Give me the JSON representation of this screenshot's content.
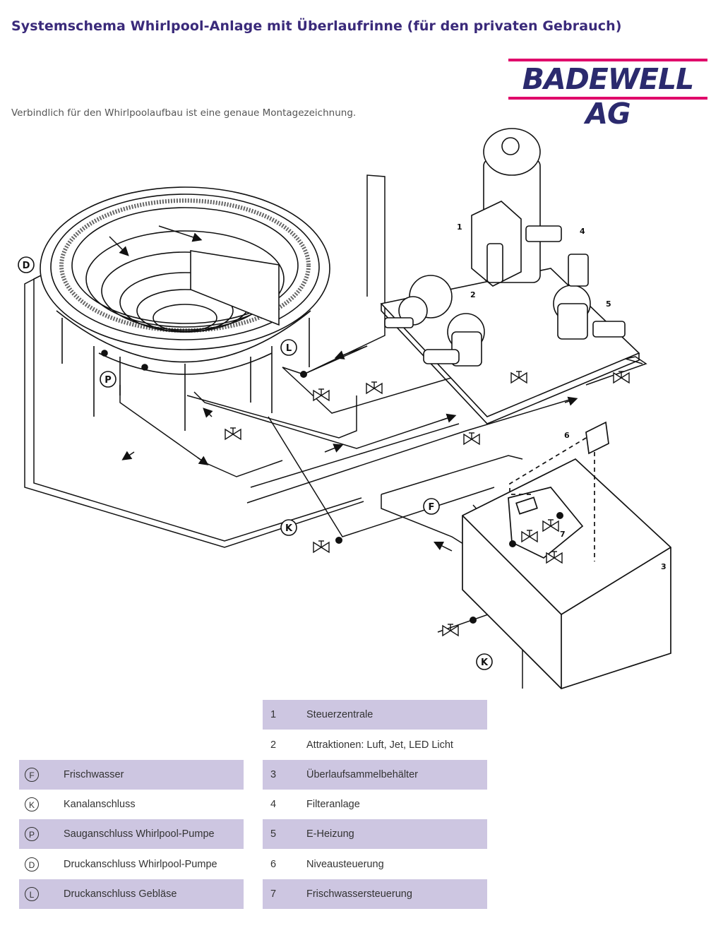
{
  "header": {
    "title": "Systemschema Whirlpool-Anlage mit Überlaufrinne (für den privaten Gebrauch)",
    "subtitle": "Verbindlich für den Whirlpoolaufbau ist eine genaue Montagezeichnung."
  },
  "logo": {
    "text": "BADEWELL AG",
    "bar_color": "#e0006a",
    "text_color": "#2b2a6e"
  },
  "diagram_labels": {
    "d": "D",
    "l": "L",
    "p": "P",
    "k1": "K",
    "k2": "K",
    "f": "F",
    "n1": "1",
    "n2": "2",
    "n3": "3",
    "n4": "4",
    "n5": "5",
    "n6": "6",
    "n7": "7"
  },
  "legend_left": [
    {
      "symbol": "F",
      "label": "Frischwasser"
    },
    {
      "symbol": "K",
      "label": "Kanalanschluss"
    },
    {
      "symbol": "P",
      "label": "Sauganschluss Whirlpool-Pumpe"
    },
    {
      "symbol": "D",
      "label": "Druckanschluss Whirlpool-Pumpe"
    },
    {
      "symbol": "L",
      "label": "Druckanschluss Gebläse"
    }
  ],
  "legend_right": [
    {
      "num": "1",
      "label": "Steuerzentrale"
    },
    {
      "num": "2",
      "label": "Attraktionen: Luft, Jet, LED Licht"
    },
    {
      "num": "3",
      "label": "Überlaufsammelbehälter"
    },
    {
      "num": "4",
      "label": "Filteranlage"
    },
    {
      "num": "5",
      "label": "E-Heizung"
    },
    {
      "num": "6",
      "label": "Niveausteuerung"
    },
    {
      "num": "7",
      "label": "Frischwassersteuerung"
    }
  ],
  "colors": {
    "legend_shade": "#cdc6e1",
    "title": "#3a2a7a"
  }
}
